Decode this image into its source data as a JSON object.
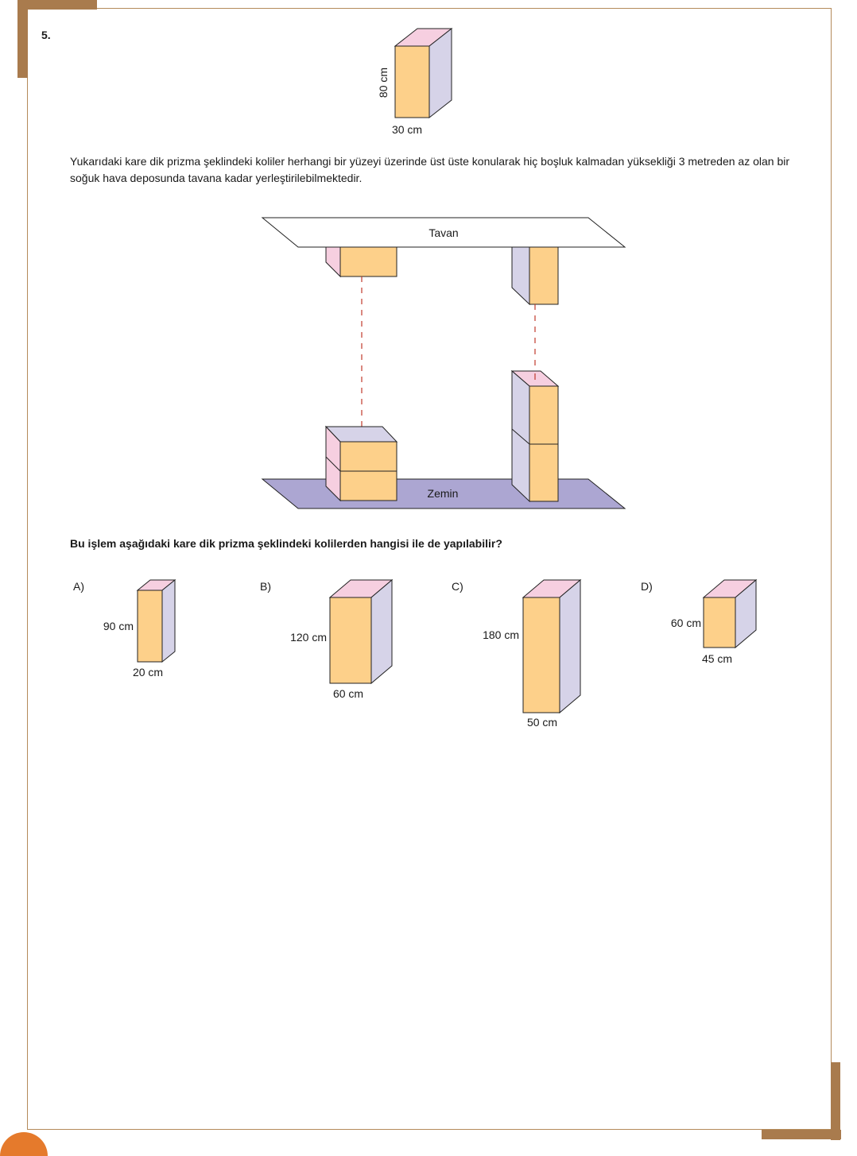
{
  "question": {
    "number": "5.",
    "intro_figure": {
      "height_label": "80 cm",
      "width_label": "30 cm"
    },
    "paragraph": "Yukarıdaki kare dik prizma şeklindeki koliler herhangi bir yüzeyi üzerinde üst üste konularak hiç boşluk kalmadan yüksekliği 3 metreden az olan bir soğuk hava deposunda tavana kadar yerleştirilebilmektedir.",
    "diagram": {
      "ceiling_label": "Tavan",
      "floor_label": "Zemin"
    },
    "prompt": "Bu işlem aşağıdaki kare dik prizma şeklindeki kolilerden hangisi ile de yapılabilir?",
    "options": [
      {
        "letter": "A)",
        "height_label": "90 cm",
        "width_label": "20 cm"
      },
      {
        "letter": "B)",
        "height_label": "120 cm",
        "width_label": "60 cm"
      },
      {
        "letter": "C)",
        "height_label": "180 cm",
        "width_label": "50 cm"
      },
      {
        "letter": "D)",
        "height_label": "60 cm",
        "width_label": "45 cm"
      }
    ]
  },
  "colors": {
    "front_face": "#fdd08a",
    "side_face": "#d6d3e8",
    "top_face": "#f6cfe0",
    "floor": "#aca6d2",
    "frame": "#b48a5a",
    "dashed_line": "#c0392b"
  }
}
